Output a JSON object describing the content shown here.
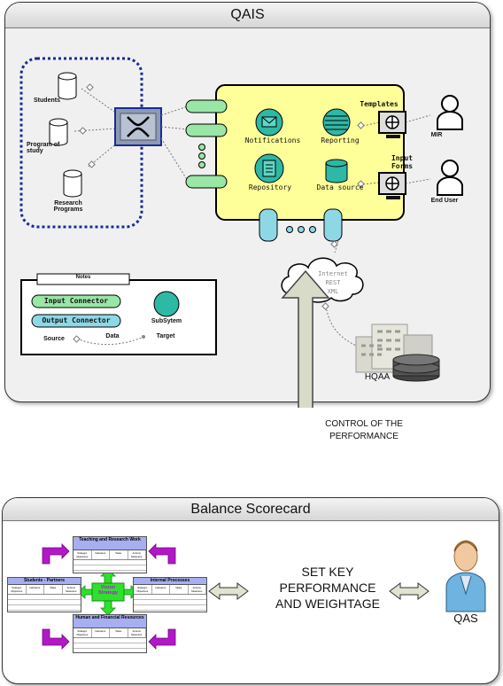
{
  "qais": {
    "title": "QAIS",
    "repositories": [
      "Students",
      "Program of study",
      "Research Programs"
    ],
    "subsystems": [
      "Notifications",
      "Reporting",
      "Repository",
      "Data source"
    ],
    "templates_label": "Templates",
    "input_forms_label": "Input Forms",
    "actors": [
      "MIR",
      "End User"
    ],
    "internet": {
      "line1": "Internet",
      "line2": "REST",
      "line3": "XML"
    },
    "hqaa_label": "HQAA",
    "notes": {
      "title": "Notes",
      "input_connector": "Input Connector",
      "output_connector": "Output Connector",
      "subsystem": "SubSytem",
      "source": "Source",
      "data": "Data",
      "target": "Target"
    }
  },
  "control_label": "CONTROL OF THE PERFORMANCE",
  "scorecard": {
    "title": "Balance Scorecard",
    "perspectives": {
      "top": "Teaching and Research Work",
      "left": "Students - Partners",
      "right": "Internal Processes",
      "bottom": "Human and Financial Resources",
      "center": "Vision Strategy"
    },
    "columns": [
      "Strategic Objectives",
      "Indicators",
      "Tasks",
      "Actions Measures"
    ],
    "kpi_label": "SET KEY PERFORMANCE AND WEIGHTAGE",
    "qas_label": "QAS"
  },
  "colors": {
    "subsystem_fill": "#ffff99",
    "connector_green": "#99e6a6",
    "connector_blue": "#8ed8e6",
    "teal": "#2eb8a6",
    "scorecard_header": "#a7aff0",
    "arrow_purple": "#b417c8",
    "arrow_green": "#2ee12e"
  },
  "icons": [
    "database-icon",
    "router-icon",
    "envelope-icon",
    "document-icon",
    "cylinder-icon",
    "monitor-icon",
    "user-icon",
    "cloud-icon",
    "building-icon",
    "database-stack-icon",
    "double-arrow-icon",
    "person-icon"
  ]
}
